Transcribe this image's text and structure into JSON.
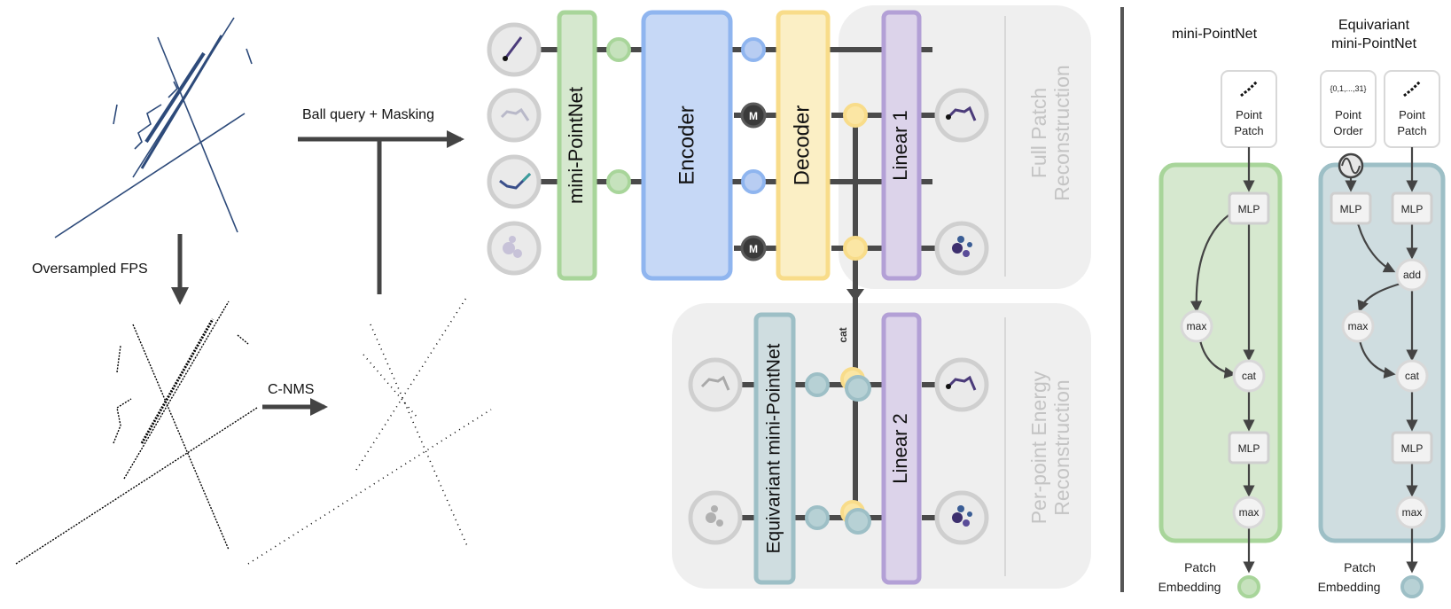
{
  "left": {
    "ball_query_label": "Ball query + Masking",
    "fps_label": "Oversampled FPS",
    "cnms_label": "C-NMS"
  },
  "model": {
    "mini_pointnet": "mini-PointNet",
    "encoder": "Encoder",
    "decoder": "Decoder",
    "linear1": "Linear 1",
    "linear2": "Linear 2",
    "equivariant_mini_pointnet": "Equivariant mini-PointNet",
    "cat_label": "cat",
    "mask_token": "M",
    "full_patch_line1": "Full Patch",
    "full_patch_line2": "Reconstruction",
    "perpoint_line1": "Per-point Energy",
    "perpoint_line2": "Reconstruction"
  },
  "right_mini": {
    "title": "mini-PointNet",
    "input_line1": "Point",
    "input_line2": "Patch",
    "mlp1": "MLP",
    "max1": "max",
    "cat": "cat",
    "mlp2": "MLP",
    "max2": "max",
    "out_line1": "Patch",
    "out_line2": "Embedding"
  },
  "right_equiv": {
    "title_line1": "Equivariant",
    "title_line2": "mini-PointNet",
    "order_set": "{0,1,...,31}",
    "order_line1": "Point",
    "order_line2": "Order",
    "patch_line1": "Point",
    "patch_line2": "Patch",
    "mlp_left": "MLP",
    "mlp_right": "MLP",
    "add": "add",
    "max1": "max",
    "cat": "cat",
    "mlp2": "MLP",
    "max2": "max",
    "out_line1": "Patch",
    "out_line2": "Embedding"
  },
  "colors": {
    "green_fill": "#d6e8cf",
    "green_stroke": "#a8d59a",
    "blue_fill": "#c6d8f6",
    "blue_stroke": "#8fb5ef",
    "yellow_fill": "#fbefc5",
    "yellow_stroke": "#f8dc8a",
    "purple_fill": "#dcd3ea",
    "purple_stroke": "#b3a0d6",
    "teal_fill": "#cfdde0",
    "teal_stroke": "#9dbfc6",
    "panel": "#efefef",
    "edge": "#4a4a4a"
  }
}
